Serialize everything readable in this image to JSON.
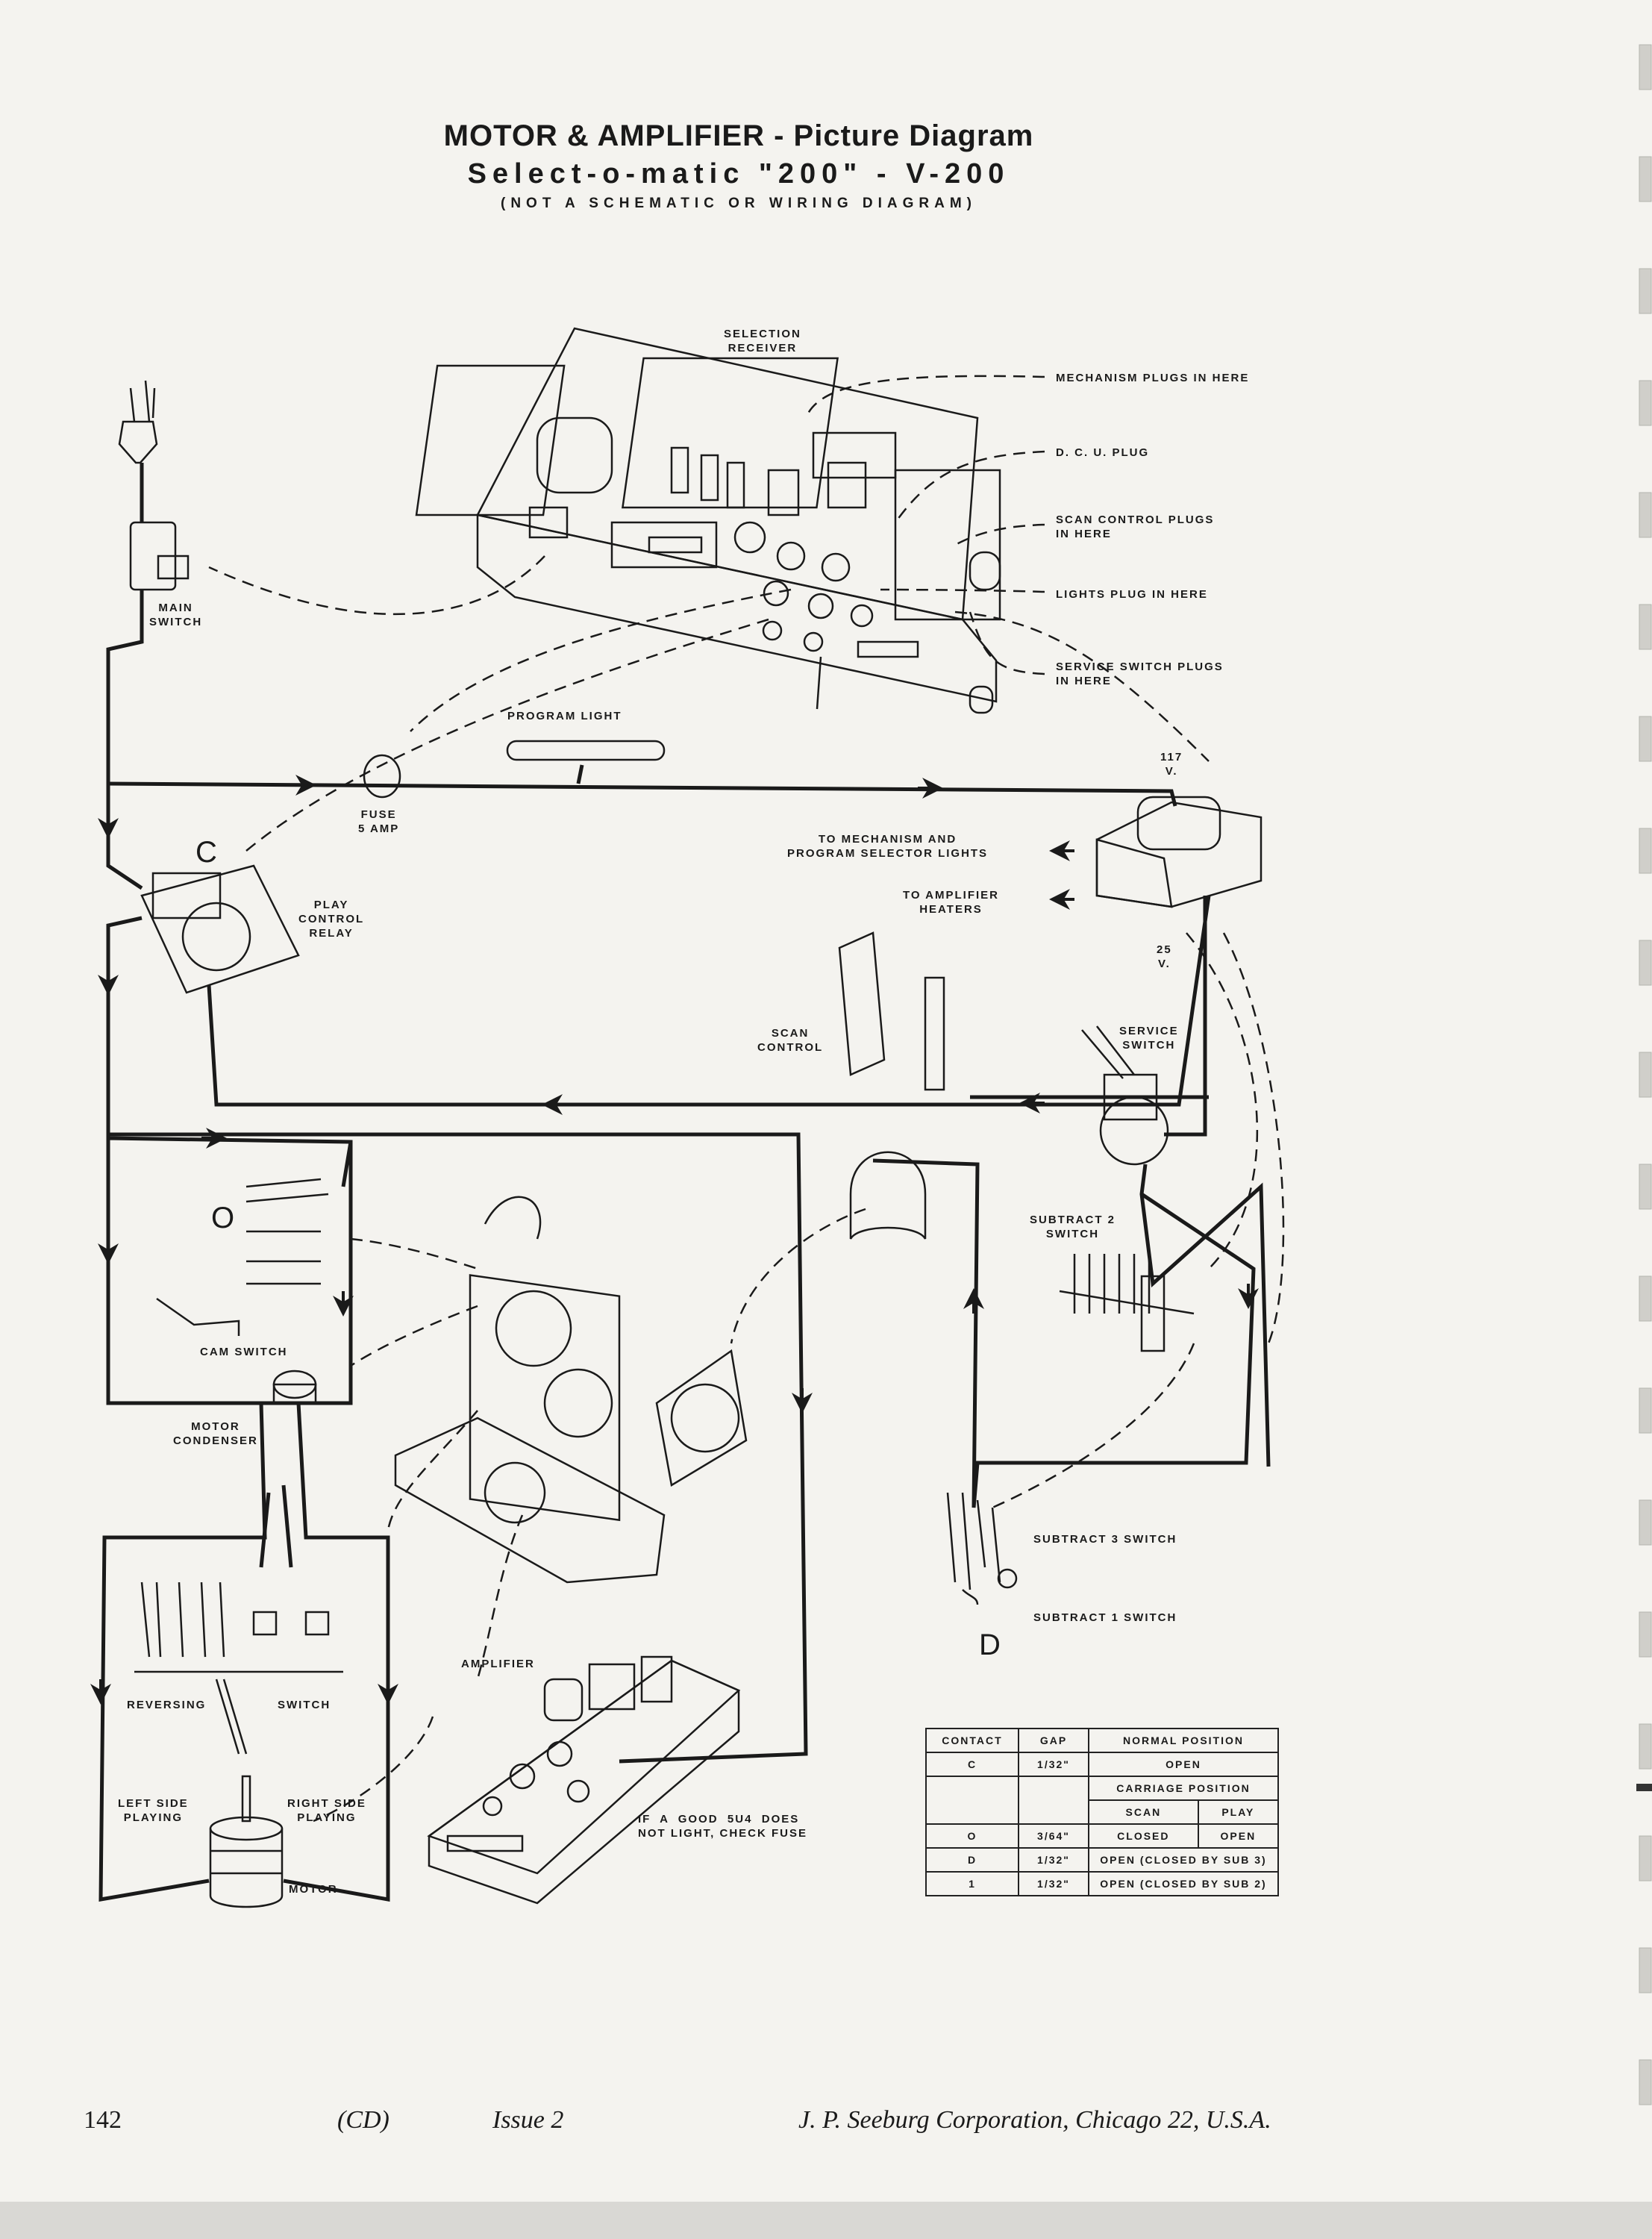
{
  "title": {
    "line1": "MOTOR & AMPLIFIER - Picture Diagram",
    "line2": "Select-o-matic \"200\" - V-200",
    "line3": "(NOT A SCHEMATIC OR WIRING DIAGRAM)"
  },
  "labels": {
    "selection_receiver": "SELECTION\nRECEIVER",
    "mechanism_plugs": "MECHANISM PLUGS IN HERE",
    "dcu_plug": "D. C. U. PLUG",
    "scan_control_plugs": "SCAN CONTROL PLUGS\nIN HERE",
    "lights_plug": "LIGHTS PLUG IN HERE",
    "service_switch_plugs": "SERVICE SWITCH PLUGS\nIN HERE",
    "main_switch": "MAIN\nSWITCH",
    "program_light": "PROGRAM LIGHT",
    "fuse": "FUSE\n5 AMP",
    "v117": "117\nV.",
    "to_mechanism": "TO MECHANISM AND\nPROGRAM SELECTOR LIGHTS",
    "to_amplifier": "TO AMPLIFIER\nHEATERS",
    "v25": "25\nV.",
    "play_control_relay": "PLAY\nCONTROL\nRELAY",
    "scan_control": "SCAN\nCONTROL",
    "service_switch": "SERVICE\nSWITCH",
    "subtract2": "SUBTRACT 2\nSWITCH",
    "cam_switch": "CAM SWITCH",
    "motor_condenser": "MOTOR\nCONDENSER",
    "reversing": "REVERSING",
    "switch": "SWITCH",
    "left_side": "LEFT SIDE\nPLAYING",
    "right_side": "RIGHT SIDE\nPLAYING",
    "motor": "MOTOR",
    "amplifier": "AMPLIFIER",
    "good_5u4": "IF  A  GOOD  5U4  DOES\nNOT LIGHT, CHECK FUSE",
    "subtract3": "SUBTRACT 3 SWITCH",
    "subtract1": "SUBTRACT 1 SWITCH",
    "letter_c": "C",
    "letter_o": "O",
    "letter_d": "D"
  },
  "contacts_table": {
    "headers": [
      "CONTACT",
      "GAP",
      "NORMAL POSITION"
    ],
    "row_c": [
      "C",
      "1/32\"",
      "OPEN"
    ],
    "carriage": "CARRIAGE POSITION",
    "scan": "SCAN",
    "play": "PLAY",
    "row_o": [
      "O",
      "3/64\"",
      "CLOSED",
      "OPEN"
    ],
    "row_d": [
      "D",
      "1/32\"",
      "OPEN (CLOSED BY SUB 3)"
    ],
    "row_1": [
      "1",
      "1/32\"",
      "OPEN (CLOSED BY SUB 2)"
    ]
  },
  "footer": {
    "page": "142",
    "code": "(CD)",
    "issue": "Issue 2",
    "company": "J. P. Seeburg Corporation, Chicago 22, U.S.A."
  }
}
